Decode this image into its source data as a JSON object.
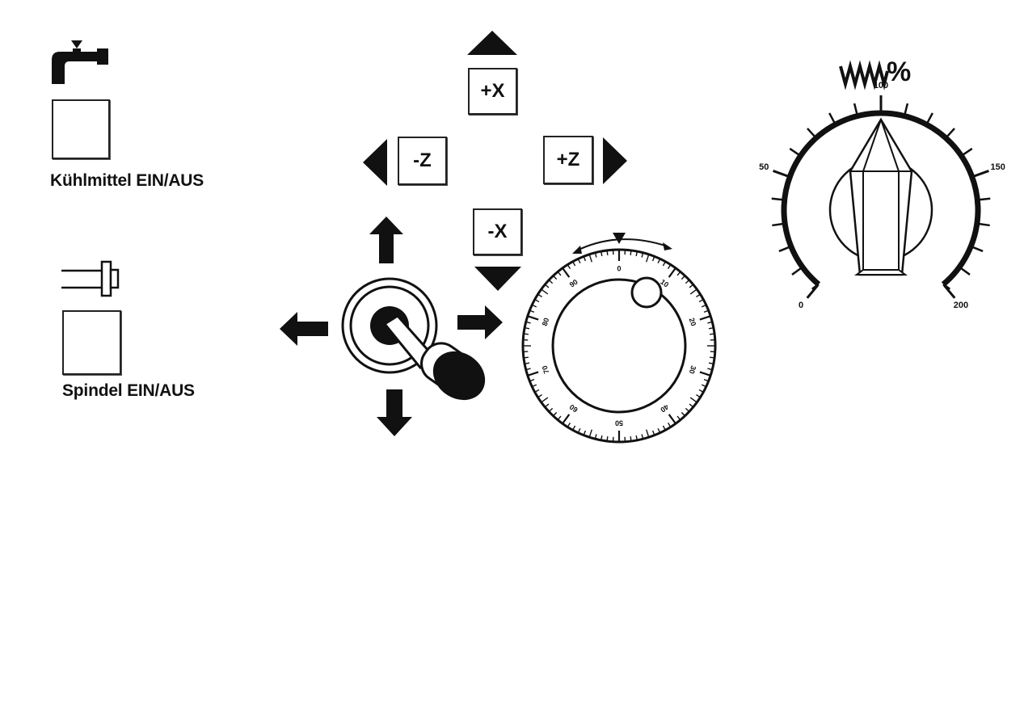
{
  "coolant": {
    "icon": "coolant-nozzle-icon",
    "label": "Kühlmittel EIN/AUS"
  },
  "spindle": {
    "icon": "spindle-icon",
    "label": "Spindel EIN/AUS"
  },
  "jog_keys": {
    "plus_x": "+X",
    "minus_x": "-X",
    "minus_z": "-Z",
    "plus_z": "+Z"
  },
  "handwheel": {
    "scale_labels": [
      "0",
      "10",
      "20",
      "30",
      "40",
      "50",
      "60",
      "70",
      "80",
      "90"
    ]
  },
  "feed_override": {
    "symbol": "feed-override-icon",
    "unit": "%",
    "scale_labels": [
      "0",
      "50",
      "100",
      "150",
      "200"
    ],
    "current_value": 100
  }
}
